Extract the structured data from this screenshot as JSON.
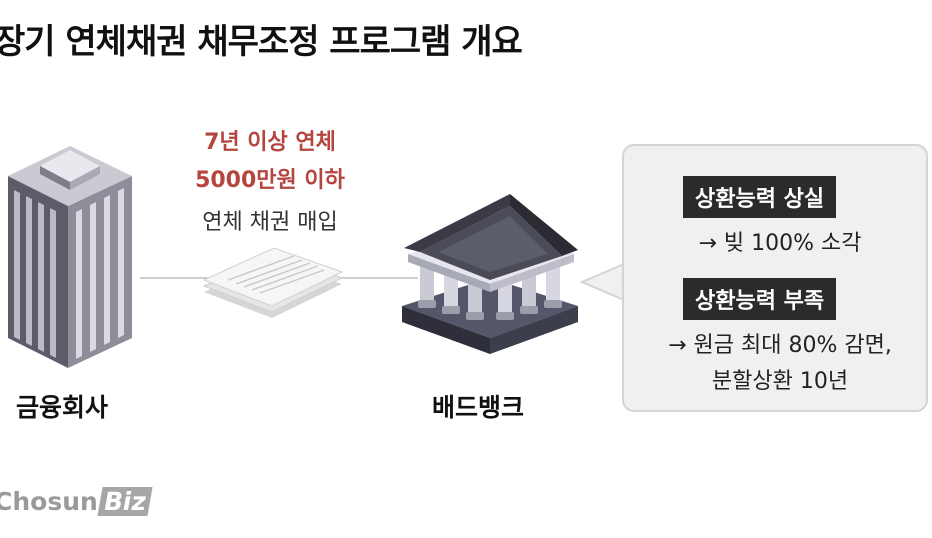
{
  "title": "장기 연체채권 채무조정 프로그램 개요",
  "conditions": {
    "line1": "7년 이상 연체",
    "line2": "5000만원 이하",
    "line3": "연체 채권 매입"
  },
  "nodes": {
    "financial_company": "금융회사",
    "bad_bank": "배드뱅크"
  },
  "bubble": {
    "case1_tag": "상환능력 상실",
    "case1_text": "→ 빚 100% 소각",
    "case2_tag": "상환능력 부족",
    "case2_text1": "→ 원금 최대 80% 감면,",
    "case2_text2": "분할상환 10년"
  },
  "logo": {
    "part1": "Chosun",
    "part2": "Biz"
  },
  "colors": {
    "condition_red": "#b5453f",
    "tag_dark": "#2b2b2b",
    "bubble_bg": "#f0f0f0",
    "bank_roof": "#3a3b45"
  },
  "icons": [
    "office-building-icon",
    "document-stack-icon",
    "bank-building-icon"
  ]
}
